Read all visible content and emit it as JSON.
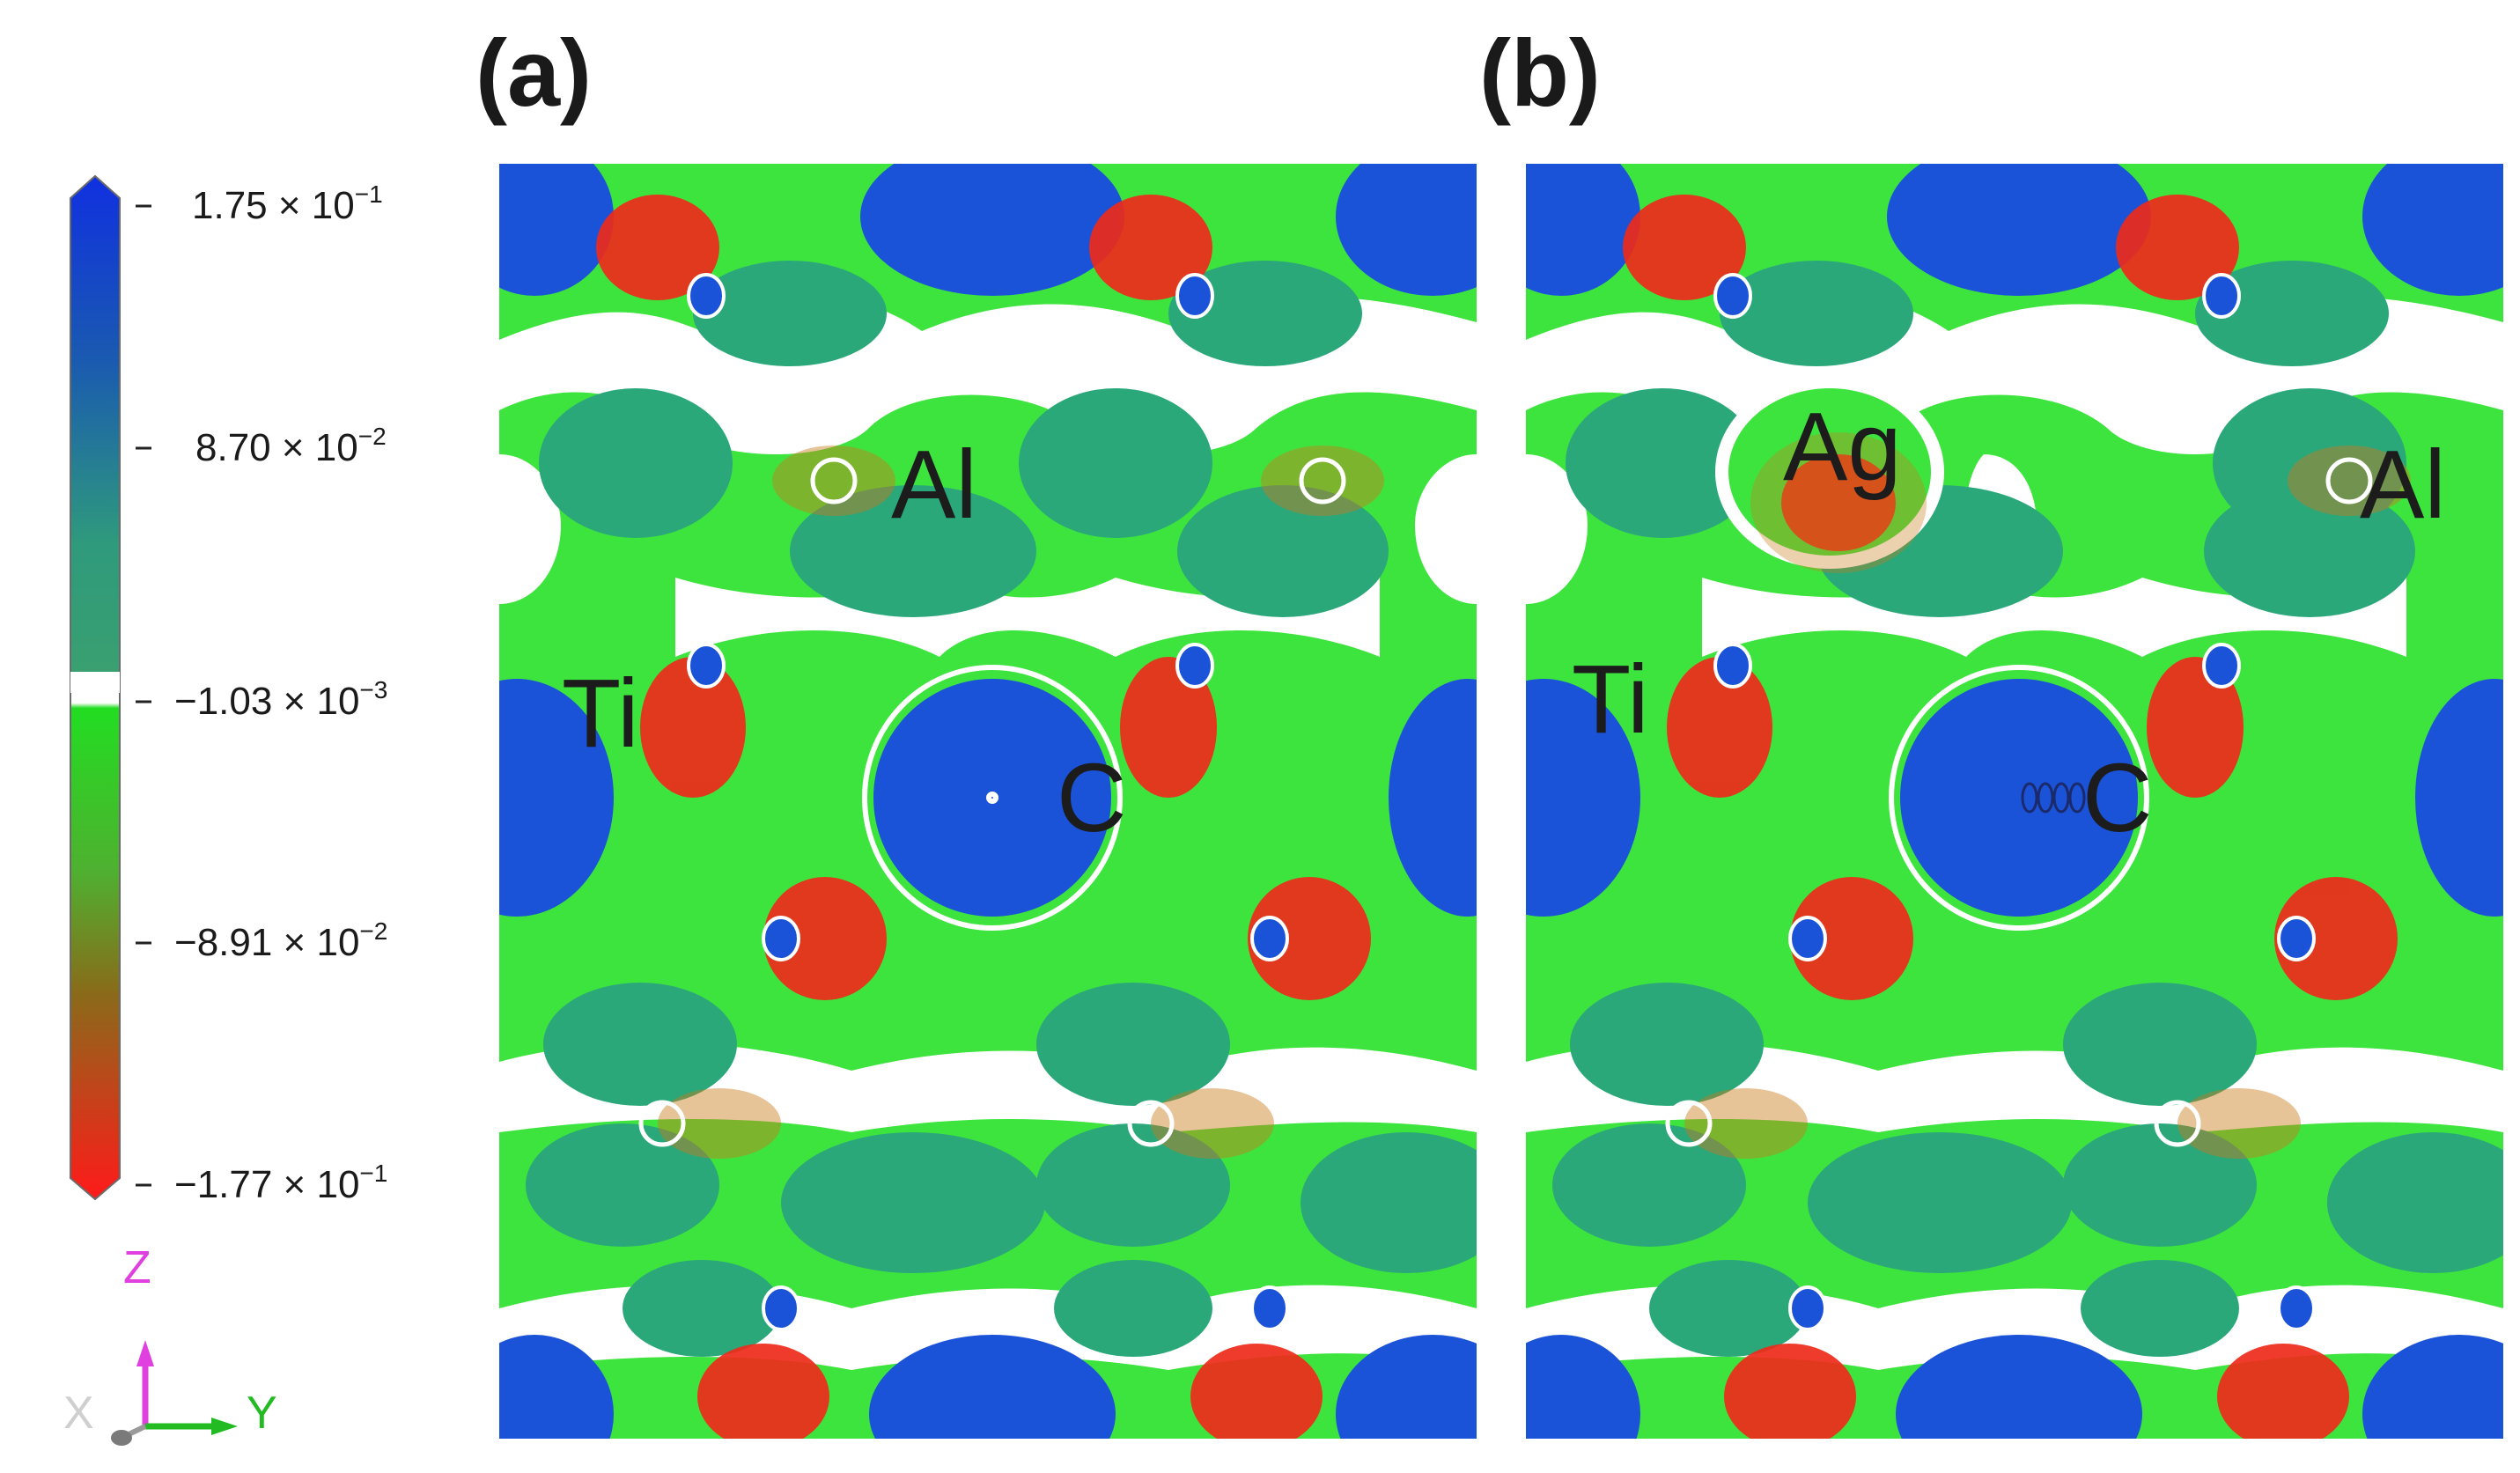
{
  "panels": {
    "a": {
      "label": "(a)",
      "atoms": {
        "al": "Al",
        "ti": "Ti",
        "c": "C"
      }
    },
    "b": {
      "label": "(b)",
      "atoms": {
        "ag": "Ag",
        "al": "Al",
        "ti": "Ti",
        "c": "C"
      }
    }
  },
  "colorbar": {
    "ticks": [
      {
        "mantissa": "1.75 × 10",
        "exp": "−1"
      },
      {
        "mantissa": "8.70 × 10",
        "exp": "−2"
      },
      {
        "mantissa": "−1.03 × 10",
        "exp": "−3"
      },
      {
        "mantissa": "−8.91 × 10",
        "exp": "−2"
      },
      {
        "mantissa": "−1.77 × 10",
        "exp": "−1"
      }
    ],
    "colors": {
      "top": "#1030e0",
      "upper": "#2f9a7c",
      "mid": "#22dd22",
      "lower": "#8a6a1a",
      "bottom": "#ff1a1a"
    }
  },
  "axes": {
    "z": "Z",
    "y": "Y",
    "x": "X"
  },
  "map_colors": {
    "green": "#3ee43e",
    "teal": "#2aa87a",
    "blue": "#1b53d8",
    "red": "#ee2a1a",
    "contour": "#ffffff"
  }
}
